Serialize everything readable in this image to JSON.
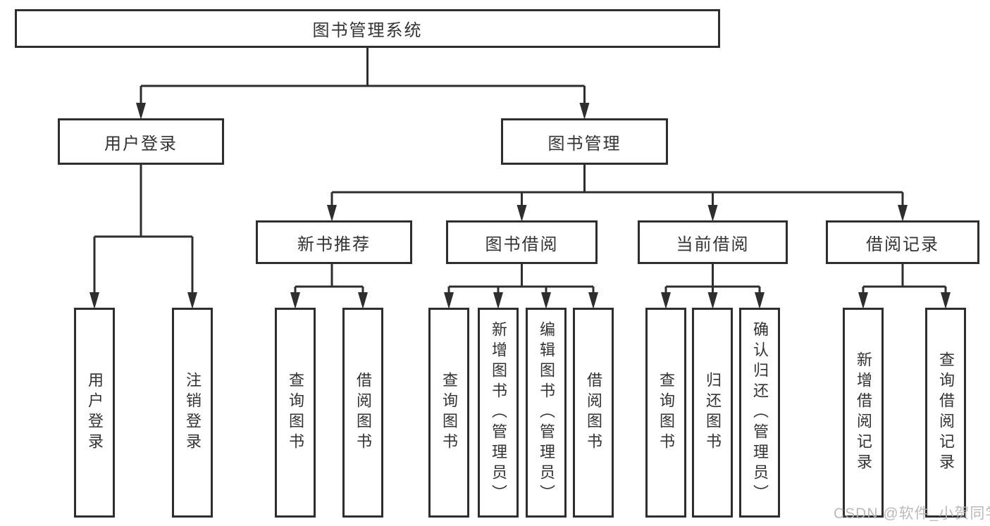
{
  "tree": {
    "root": {
      "label": "图书管理系统",
      "children": [
        {
          "label": "用户登录",
          "children": [
            {
              "label": "用户登录"
            },
            {
              "label": "注销登录"
            }
          ]
        },
        {
          "label": "图书管理",
          "children": [
            {
              "label": "新书推荐",
              "children": [
                {
                  "label": "查询图书"
                },
                {
                  "label": "借阅图书"
                }
              ]
            },
            {
              "label": "图书借阅",
              "children": [
                {
                  "label": "查询图书"
                },
                {
                  "label": "新增图书（管理员）"
                },
                {
                  "label": "编辑图书（管理员）"
                },
                {
                  "label": "借阅图书"
                }
              ]
            },
            {
              "label": "当前借阅",
              "children": [
                {
                  "label": "查询图书"
                },
                {
                  "label": "归还图书"
                },
                {
                  "label": "确认归还（管理员）"
                }
              ]
            },
            {
              "label": "借阅记录",
              "children": [
                {
                  "label": "新增借阅记录"
                },
                {
                  "label": "查询借阅记录"
                }
              ]
            }
          ]
        }
      ]
    }
  },
  "watermark": "CSDN @软件_小贺同学",
  "colors": {
    "line": "#2e2e2e",
    "box_border": "#2e2e2e",
    "text": "#333333",
    "background": "#ffffff",
    "watermark": "#b5b5b5"
  }
}
